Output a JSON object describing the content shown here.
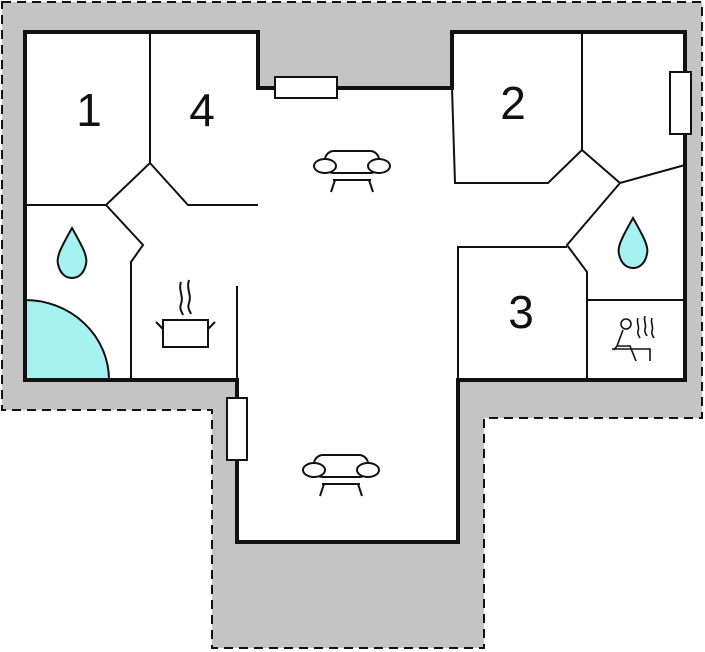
{
  "colors": {
    "exterior_fill": "#c4c4c4",
    "interior_fill": "#ffffff",
    "wall_stroke": "#111111",
    "water_accent": "#a6f2f2"
  },
  "rooms": [
    {
      "id": "bedroom-1",
      "label": "1"
    },
    {
      "id": "bedroom-2",
      "label": "2"
    },
    {
      "id": "bedroom-3",
      "label": "3"
    },
    {
      "id": "bedroom-4",
      "label": "4"
    }
  ],
  "icons": {
    "bathroom_left": "water-drop-icon",
    "bathroom_right": "water-drop-icon",
    "kitchen": "cooking-pot-icon",
    "living_upper": "sofa-icon",
    "living_lower": "sofa-icon",
    "sauna": "sauna-icon",
    "shower": "shower-area"
  }
}
